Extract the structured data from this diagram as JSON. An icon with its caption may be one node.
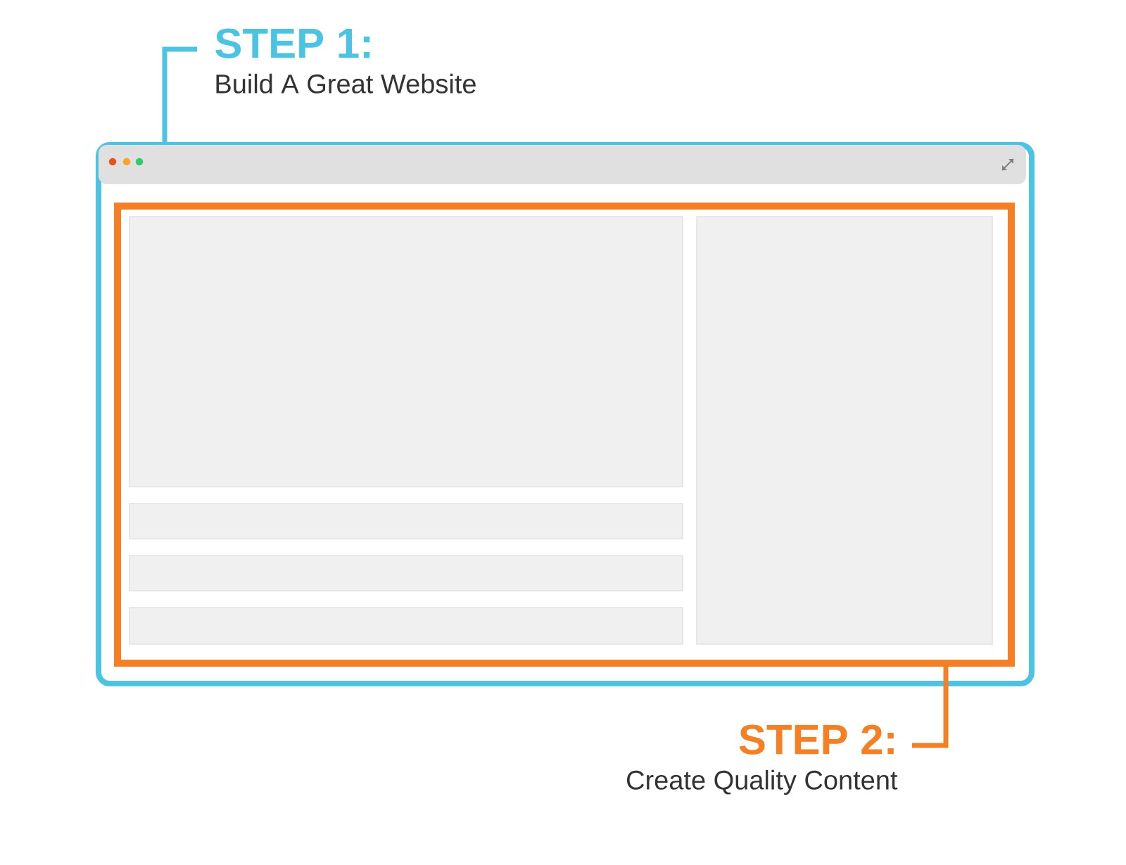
{
  "diagram": {
    "nodes": [
      {
        "text": [
          "STEP 1:",
          "Build A Great Website"
        ]
      },
      {
        "text": [],
        "shape": "box"
      },
      {
        "text": [],
        "shape": "box",
        "in": 1
      },
      {
        "text": [
          "STEP 2:",
          "Create Quality Content"
        ]
      }
    ],
    "edges": [
      {
        "from": 0,
        "to": 1,
        "arrow": "none",
        "color": "#4dc3e3"
      },
      {
        "from": 3,
        "to": 2,
        "arrow": "none",
        "color": "#f47f24"
      }
    ]
  }
}
